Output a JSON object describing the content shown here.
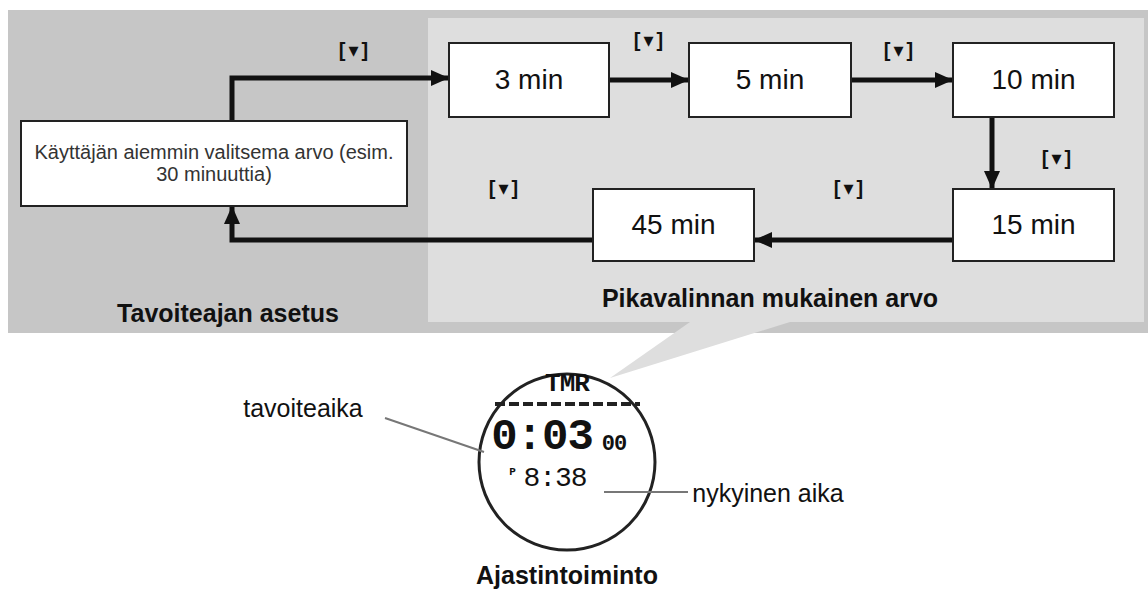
{
  "diagram": {
    "nodes": [
      {
        "text": [
          "Käyttäjän aiemmin valitsema arvo (esim. 30 minuuttia)"
        ]
      },
      {
        "text": [
          "3 min"
        ]
      },
      {
        "text": [
          "5 min"
        ]
      },
      {
        "text": [
          "10 min"
        ]
      },
      {
        "text": [
          "15 min"
        ]
      },
      {
        "text": [
          "45 min"
        ]
      }
    ],
    "edges": [
      {
        "from": 0,
        "to": 1,
        "arrow": "to",
        "label": "[▾]"
      },
      {
        "from": 1,
        "to": 2,
        "arrow": "to",
        "label": "[▾]"
      },
      {
        "from": 2,
        "to": 3,
        "arrow": "to",
        "label": "[▾]"
      },
      {
        "from": 3,
        "to": 4,
        "arrow": "to",
        "label": "[▾]"
      },
      {
        "from": 4,
        "to": 5,
        "arrow": "to",
        "label": "[▾]"
      },
      {
        "from": 5,
        "to": 0,
        "arrow": "to",
        "label": "[▾]"
      }
    ],
    "labels": [
      "Tavoiteajan asetus",
      "Pikavalinnan mukainen arvo",
      "TMR",
      "0:03",
      "00",
      "P",
      "8:38",
      "tavoiteaika",
      "nykyinen aika",
      "Ajastintoiminto"
    ]
  }
}
